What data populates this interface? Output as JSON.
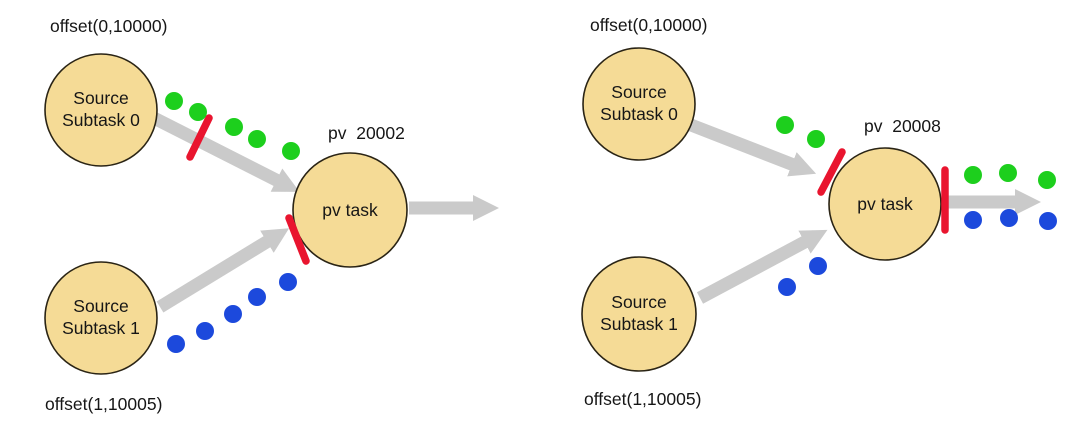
{
  "colors": {
    "background": "#ffffff",
    "node_fill": "#f5db96",
    "node_stroke": "#2a2415",
    "arrow": "#cacaca",
    "barrier": "#e9152f",
    "record_green": "#1dcf1d",
    "record_blue": "#1c49dc",
    "text": "#161616"
  },
  "left_diagram": {
    "source0_offset": "offset(0,10000)",
    "source0_line1": "Source",
    "source0_line2": "Subtask 0",
    "source1_offset": "offset(1,10005)",
    "source1_line1": "Source",
    "source1_line2": "Subtask 1",
    "pv_counter": "pv  20002",
    "pv_node_label": "pv task",
    "green_records_in_flight": 5,
    "blue_records_in_flight": 5,
    "green_records_emitted": 0,
    "blue_records_emitted": 0,
    "barriers": [
      "on-source0-edge",
      "at-pv-input-from-source1"
    ]
  },
  "right_diagram": {
    "source0_offset": "offset(0,10000)",
    "source0_line1": "Source",
    "source0_line2": "Subtask 0",
    "source1_offset": "offset(1,10005)",
    "source1_line1": "Source",
    "source1_line2": "Subtask 1",
    "pv_counter": "pv  20008",
    "pv_node_label": "pv task",
    "green_records_in_flight": 2,
    "blue_records_in_flight": 2,
    "green_records_emitted": 3,
    "blue_records_emitted": 3,
    "barriers": [
      "at-pv-input-from-source0",
      "at-pv-output"
    ]
  }
}
